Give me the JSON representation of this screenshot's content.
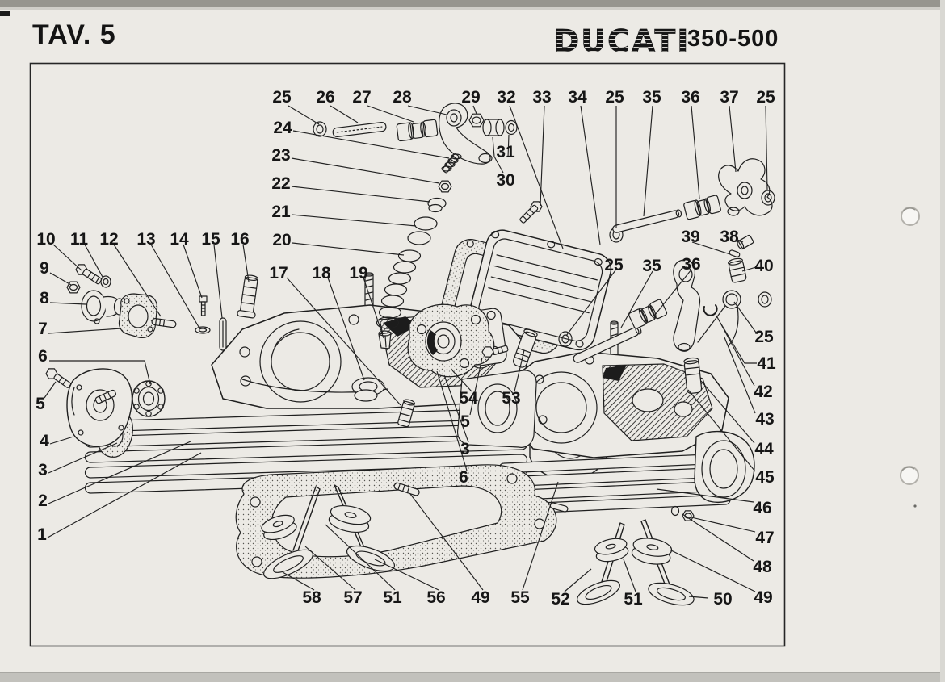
{
  "header": {
    "plate": "TAV. 5",
    "brand": "DUCATI",
    "model": "350-500"
  },
  "diagram": {
    "callouts": [
      {
        "n": "25"
      },
      {
        "n": "26"
      },
      {
        "n": "27"
      },
      {
        "n": "28"
      },
      {
        "n": "29"
      },
      {
        "n": "32"
      },
      {
        "n": "33"
      },
      {
        "n": "34"
      },
      {
        "n": "25"
      },
      {
        "n": "35"
      },
      {
        "n": "36"
      },
      {
        "n": "37"
      },
      {
        "n": "25"
      },
      {
        "n": "24"
      },
      {
        "n": "23"
      },
      {
        "n": "22"
      },
      {
        "n": "21"
      },
      {
        "n": "20"
      },
      {
        "n": "31"
      },
      {
        "n": "30"
      },
      {
        "n": "10"
      },
      {
        "n": "11"
      },
      {
        "n": "12"
      },
      {
        "n": "13"
      },
      {
        "n": "14"
      },
      {
        "n": "15"
      },
      {
        "n": "16"
      },
      {
        "n": "9"
      },
      {
        "n": "8"
      },
      {
        "n": "7"
      },
      {
        "n": "6"
      },
      {
        "n": "5"
      },
      {
        "n": "4"
      },
      {
        "n": "3"
      },
      {
        "n": "2"
      },
      {
        "n": "1"
      },
      {
        "n": "17"
      },
      {
        "n": "18"
      },
      {
        "n": "19"
      },
      {
        "n": "54"
      },
      {
        "n": "53"
      },
      {
        "n": "5"
      },
      {
        "n": "3"
      },
      {
        "n": "6"
      },
      {
        "n": "39"
      },
      {
        "n": "38"
      },
      {
        "n": "40"
      },
      {
        "n": "25"
      },
      {
        "n": "35"
      },
      {
        "n": "36"
      },
      {
        "n": "25"
      },
      {
        "n": "41"
      },
      {
        "n": "42"
      },
      {
        "n": "43"
      },
      {
        "n": "44"
      },
      {
        "n": "45"
      },
      {
        "n": "46"
      },
      {
        "n": "47"
      },
      {
        "n": "48"
      },
      {
        "n": "49"
      },
      {
        "n": "58"
      },
      {
        "n": "57"
      },
      {
        "n": "51"
      },
      {
        "n": "56"
      },
      {
        "n": "49"
      },
      {
        "n": "55"
      },
      {
        "n": "52"
      },
      {
        "n": "51"
      },
      {
        "n": "50"
      }
    ]
  }
}
